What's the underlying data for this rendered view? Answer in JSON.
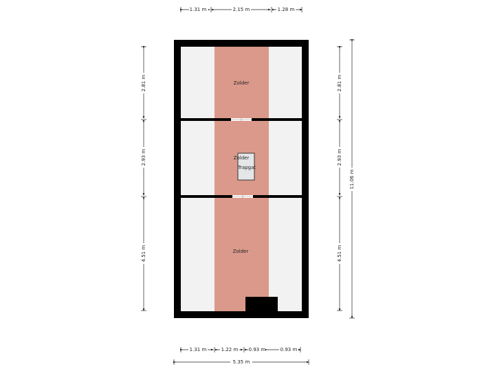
{
  "floorplan": {
    "rooms": [
      {
        "label": "Zolder"
      },
      {
        "label": "Zolder"
      },
      {
        "label": "Zolder"
      }
    ],
    "stairwell": {
      "label": "Trapgat"
    },
    "dimensions": {
      "top": [
        "1.31 m",
        "2.15 m",
        "1.28 m"
      ],
      "bottom": [
        "1.31 m",
        "1.22 m",
        "0.93 m",
        "0.93 m"
      ],
      "total_width": "5.35 m",
      "left": [
        "2.81 m",
        "2.93 m",
        "4.51 m"
      ],
      "right": [
        "2.81 m",
        "2.93 m",
        "4.51 m"
      ],
      "total_height": "11.06 m"
    },
    "colors": {
      "wall": "#000000",
      "floor": "#f2f2f2",
      "roof_strip": "#da998a",
      "stair": "#e4e6e8"
    }
  }
}
